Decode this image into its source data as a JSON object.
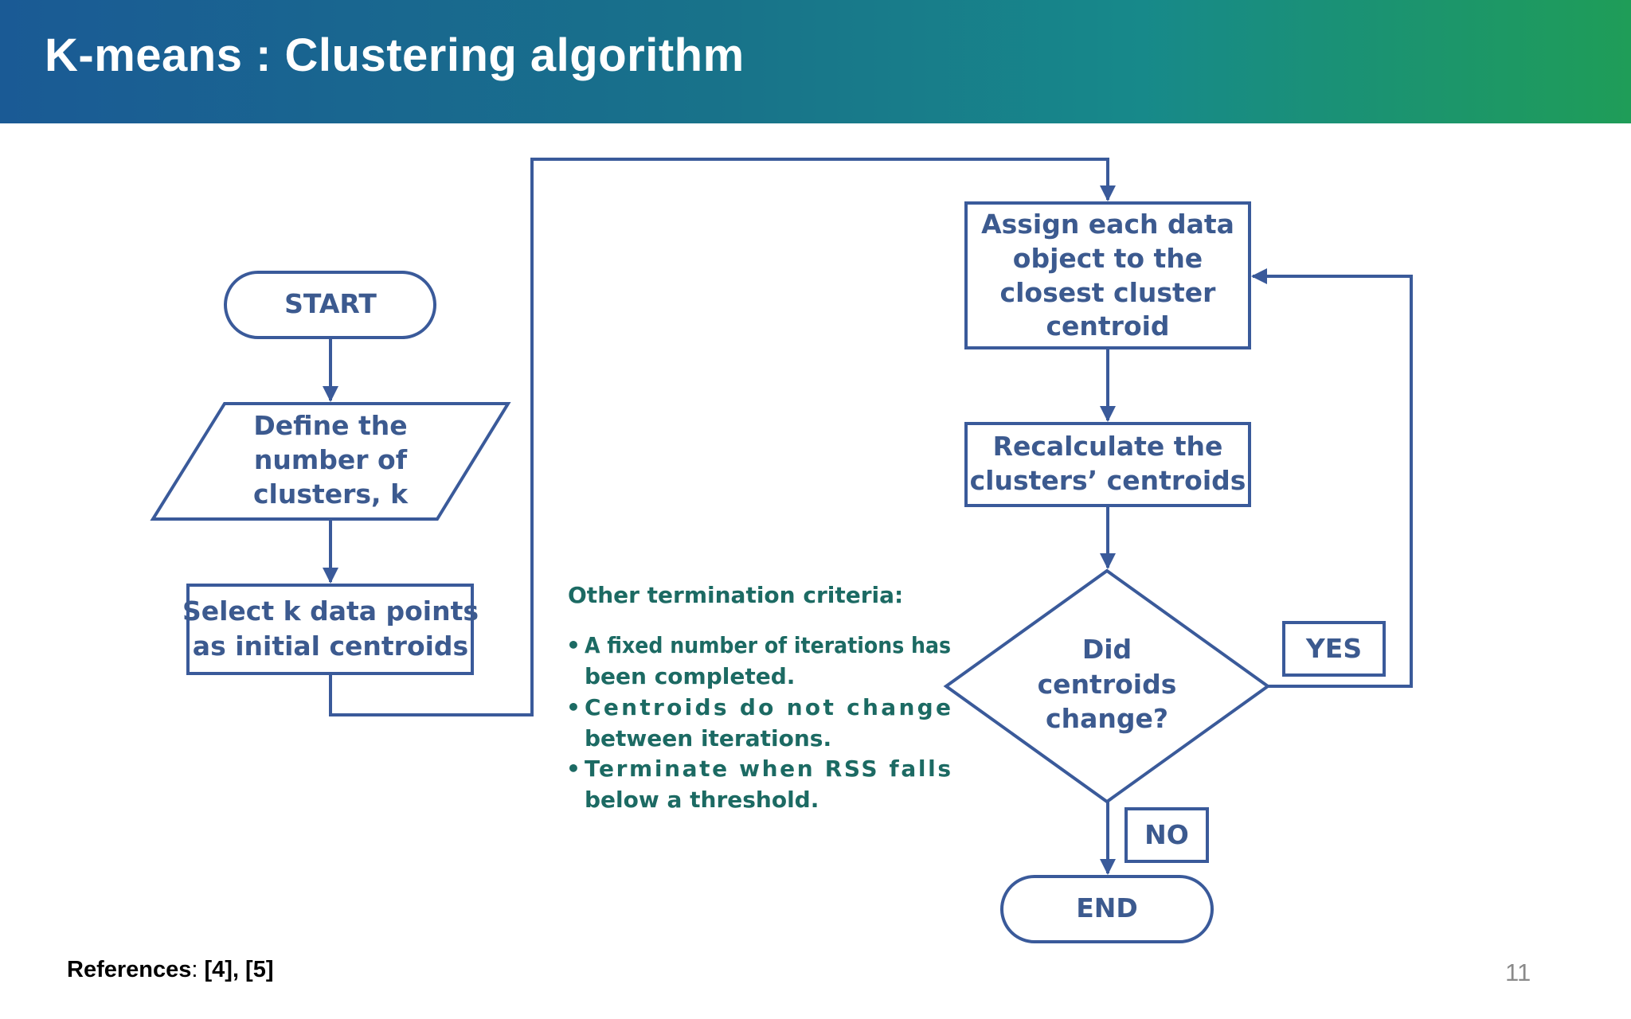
{
  "slide": {
    "title": "K-means : Clustering algorithm",
    "references_label": "References",
    "references_sep": ": ",
    "references_values": "[4], [5]",
    "page_number": "11"
  },
  "flowchart": {
    "start": "START",
    "define": [
      "Define the",
      "number of",
      "clusters, k"
    ],
    "select": [
      "Select k data points",
      "as initial centroids"
    ],
    "assign": [
      "Assign each data",
      "object to the",
      "closest cluster",
      "centroid"
    ],
    "recalc": [
      "Recalculate the",
      "clusters’ centroids"
    ],
    "decision": [
      "Did",
      "centroids",
      "change?"
    ],
    "yes": "YES",
    "no": "NO",
    "end": "END"
  },
  "notes": {
    "heading": "Other termination criteria:",
    "bullet": "•",
    "items": [
      {
        "line1": "A fixed number of iterations has",
        "line2": "been completed."
      },
      {
        "line1": "Centroids do not change",
        "line2": "between iterations."
      },
      {
        "line1": "Terminate when RSS falls",
        "line2": "below a threshold."
      }
    ]
  },
  "colors": {
    "stroke": "#3a5a9a",
    "node_text": "#3c5a8f",
    "note_text": "#1c6a63"
  }
}
